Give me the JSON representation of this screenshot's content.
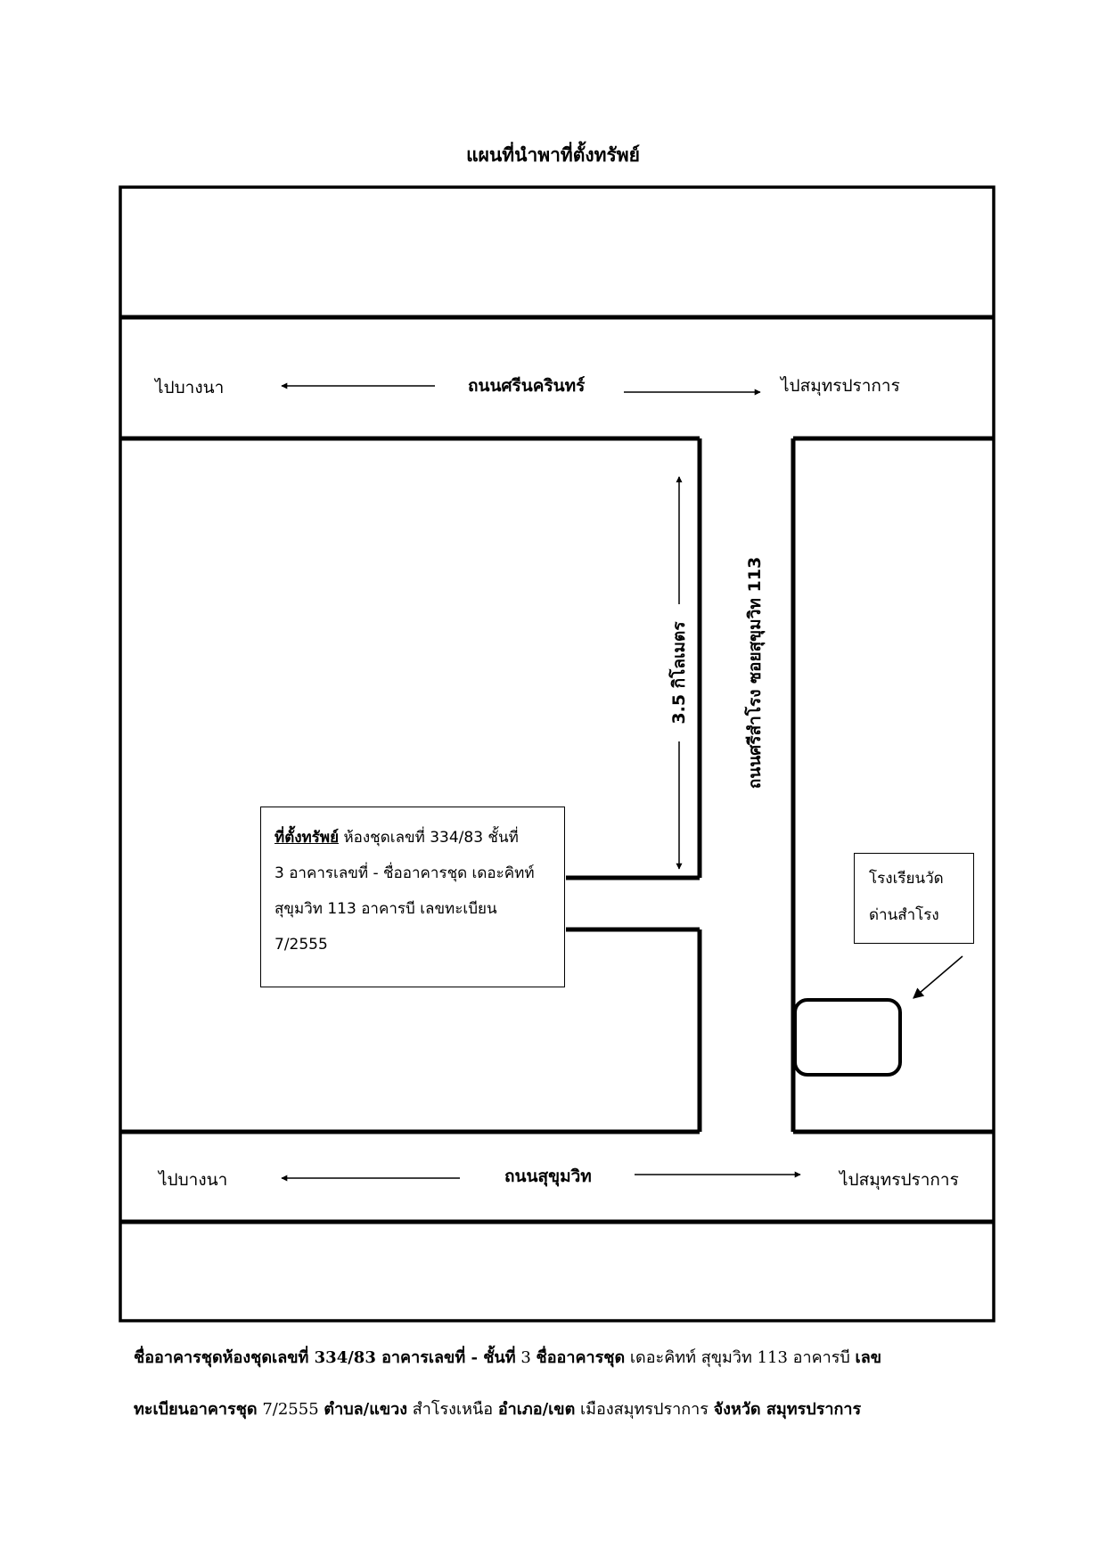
{
  "map": {
    "title": "แผนที่นำพาที่ตั้งทรัพย์",
    "top_road": {
      "left_label": "ไปบางนา",
      "name": "ถนนศรีนครินทร์",
      "right_label": "ไปสมุทรปราการ"
    },
    "bottom_road": {
      "left_label": "ไปบางนา",
      "name": "ถนนสุขุมวิท",
      "right_label": "ไปสมุทรปราการ"
    },
    "side_road": {
      "name": "ถนนศรีสำโรง ซอยสุขุมวิท 113",
      "distance": "3.5 กิโลเมตร"
    },
    "location": {
      "heading": "ที่ตั้งทรัพย์",
      "line1": " ห้องชุดเลขที่ 334/83 ชั้นที่",
      "line2": "3 อาคารเลขที่ - ชื่ออาคารชุด เดอะคิทท์",
      "line3": "สุขุมวิท 113 อาคารบี เลขทะเบียน",
      "line4": "7/2555"
    },
    "landmark": {
      "line1": "โรงเรียนวัด",
      "line2": "ด่านสำโรง"
    }
  },
  "footer": {
    "l1_a": "ชื่ออาคารชุดห้องชุดเลขที่ 334/83 อาคารเลขที่ - ชั้นที่",
    "l1_b": " 3 ",
    "l1_c": "ชื่ออาคารชุด",
    "l1_d": " เดอะคิทท์ สุขุมวิท 113 อาคารบี ",
    "l1_e": "เลข",
    "l2_a": "ทะเบียนอาคารชุด",
    "l2_b": " 7/2555 ",
    "l2_c": "ตำบล/แขวง",
    "l2_d": " สำโรงเหนือ ",
    "l2_e": "อำเภอ/เขต",
    "l2_f": " เมืองสมุทรปราการ ",
    "l2_g": "จังหวัด สมุทรปราการ"
  }
}
